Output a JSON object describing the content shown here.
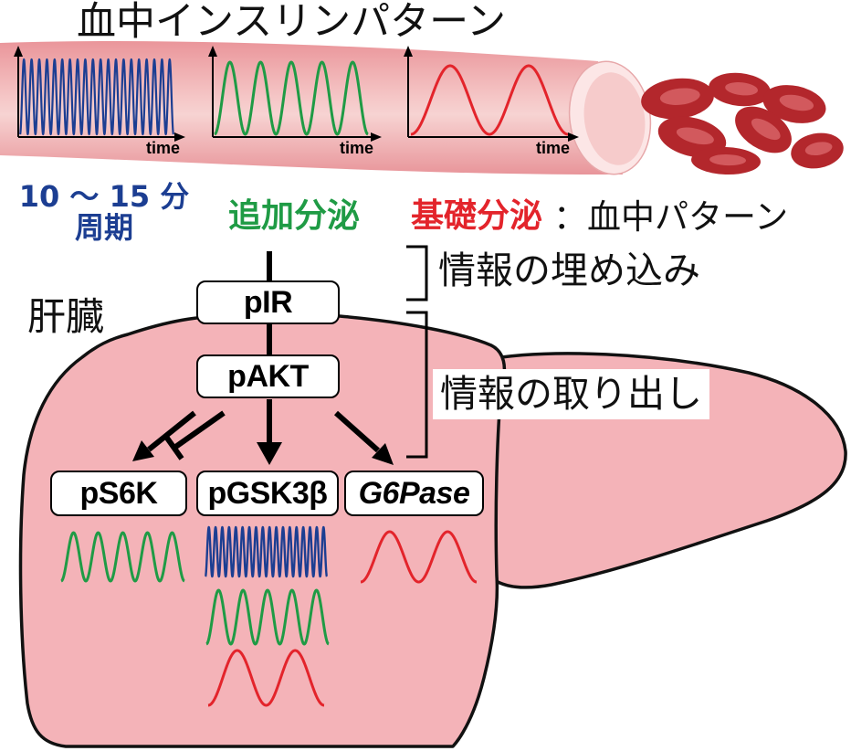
{
  "title": "血中インスリンパターン",
  "colors": {
    "blue": "#1c3e92",
    "green": "#1f9b45",
    "red": "#e3242b",
    "liver_fill": "#f4b3b8",
    "vessel": "#f5c6c6",
    "blood_cell": "#b3272c"
  },
  "blood_plots": [
    {
      "axis_label": "time",
      "color": "#1c3e92",
      "cycles": 20
    },
    {
      "axis_label": "time",
      "color": "#1f9b45",
      "cycles": 5
    },
    {
      "axis_label": "time",
      "color": "#e3242b",
      "cycles": 2
    }
  ],
  "period": {
    "value": "10 〜 15 分",
    "label": "周期"
  },
  "secretion": {
    "added": "追加分泌",
    "basal": "基礎分泌",
    "suffix": "：血中パターン"
  },
  "annotations": {
    "embedding": "情報の埋め込み",
    "extraction": "情報の取り出し"
  },
  "organ": "肝臓",
  "pathway": {
    "receptor": "pIR",
    "kinase": "pAKT",
    "outputs": [
      {
        "label": "pS6K",
        "signals": [
          {
            "color": "#1f9b45",
            "cycles": 5
          }
        ]
      },
      {
        "label": "pGSK3β",
        "signals": [
          {
            "color": "#1c3e92",
            "cycles": 18
          },
          {
            "color": "#1f9b45",
            "cycles": 5
          },
          {
            "color": "#e3242b",
            "cycles": 2
          }
        ]
      },
      {
        "label": "G6Pase",
        "signals": [
          {
            "color": "#e3242b",
            "cycles": 2
          }
        ]
      }
    ]
  }
}
